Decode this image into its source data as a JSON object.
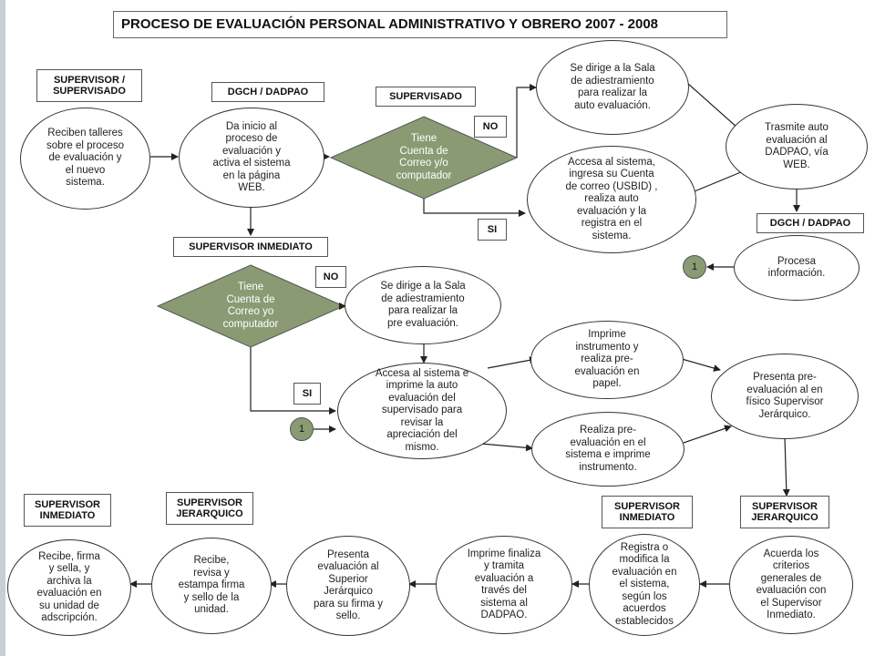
{
  "title": "PROCESO DE EVALUACIÓN PERSONAL ADMINISTRATIVO Y OBRERO 2007 - 2008",
  "colors": {
    "diamond_fill": "#8a9b74",
    "connector_fill": "#8a9b74",
    "line": "#222222"
  },
  "labels": {
    "supervisor_supervisado": "SUPERVISOR /\nSUPERVISADO",
    "dgch_dadpao_1": "DGCH / DADPAO",
    "supervisado": "SUPERVISADO",
    "no_1": "NO",
    "si_1": "SI",
    "dgch_dadpao_2": "DGCH / DADPAO",
    "supervisor_inmediato_1": "SUPERVISOR INMEDIATO",
    "no_2": "NO",
    "si_2": "SI",
    "supervisor_inmediato_2": "SUPERVISOR\nINMEDIATO",
    "supervisor_jerarquico_1": "SUPERVISOR\nJERARQUICO",
    "supervisor_inmediato_3": "SUPERVISOR\nINMEDIATO",
    "supervisor_jerarquico_2": "SUPERVISOR\nJERARQUICO"
  },
  "nodes": {
    "reciben_talleres": "Reciben talleres\nsobre el proceso\nde evaluación y\nel nuevo\nsistema.",
    "da_inicio": "Da inicio al\nproceso de\nevaluación y\nactiva el sistema\nen la página\nWEB.",
    "diamond_1": "Tiene\nCuenta de\nCorreo y/o\ncomputador",
    "sala_auto": "Se dirige a la Sala\nde adiestramiento\npara realizar la\nauto evaluación.",
    "accesa_sistema_1": "Accesa al sistema,\ningresa su Cuenta\nde correo (USBID) ,\nrealiza auto\nevaluación y la\nregistra en el\nsistema.",
    "trasmite": "Trasmite auto\nevaluación al\nDADPAO, vía\nWEB.",
    "procesa": "Procesa\ninformación.",
    "diamond_2": "Tiene\nCuenta de\nCorreo yo\ncomputador",
    "sala_pre": "Se dirige a la Sala\nde adiestramiento\npara realizar la\npre evaluación.",
    "accesa_imprime": "Accesa al sistema e\nimprime la auto\nevaluación del\nsupervisado para\nrevisar la\napreciación del\nmismo.",
    "imprime_instrumento": "Imprime\ninstrumento y\nrealiza pre-\nevaluación en\npapel.",
    "realiza_pre": "Realiza pre-\nevaluación en el\nsistema e imprime\ninstrumento.",
    "presenta_pre": "Presenta pre-\nevaluación al  en\nfísico Supervisor\nJerárquico.",
    "recibe_firma": "Recibe, firma\ny sella, y\narchiva la\nevaluación en\nsu unidad de\nadscripción.",
    "recibe_revisa": "Recibe,\nrevisa y\nestampa firma\ny sello de la\nunidad.",
    "presenta_evaluacion": "Presenta\nevaluación al\nSuperior\nJerárquico\npara su firma y\nsello.",
    "imprime_finaliza": "Imprime finaliza\ny tramita\nevaluación a\ntravés del\nsistema al\nDADPAO.",
    "registra": "Registra o\nmodifica la\nevaluación en\nel sistema,\nsegún los\nacuerdos\nestablecidos",
    "acuerda": "Acuerda los\ncriterios\ngenerales de\nevaluación con\nel Supervisor\nInmediato."
  },
  "connectors": {
    "c1": "1",
    "c2": "1"
  }
}
